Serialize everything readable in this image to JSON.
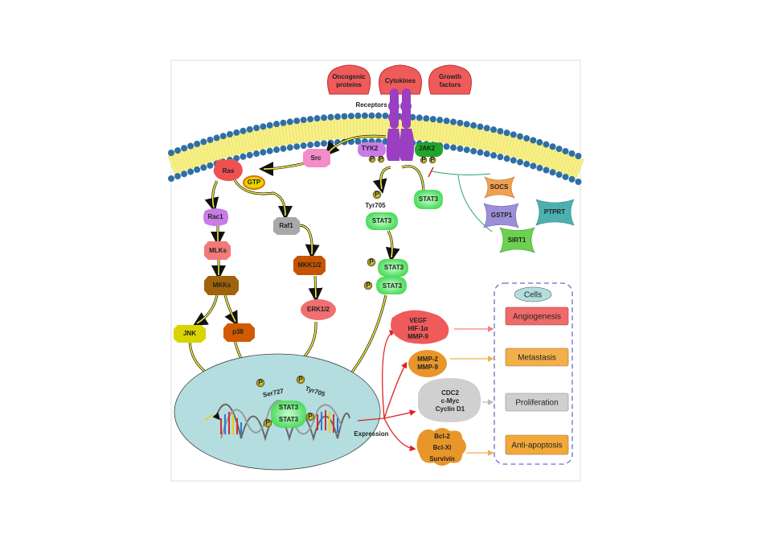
{
  "ligands": [
    "Oncogenic proteins",
    "Cytokines",
    "Growth factors"
  ],
  "ligand_lines": [
    [
      "Oncogenic",
      "proteins"
    ],
    [
      "Cytokines"
    ],
    [
      "Growth",
      "factors"
    ]
  ],
  "receptors_label": "Receptors",
  "kinases": {
    "tyk2": "TYK2",
    "jak2": "JAK2",
    "src": "Src",
    "ras": "Ras",
    "gtp": "GTP"
  },
  "mapk": {
    "rac1": "Rac1",
    "mlks": "MLKs",
    "mkks": "MKKs",
    "jnk": "JNK",
    "p38": "p38",
    "raf1": "Raf1",
    "mkk12": "MKK1/2",
    "erk12": "ERK1/2"
  },
  "stat": {
    "tyr705": "Tyr705",
    "stat3": "STAT3",
    "p": "P",
    "ser727": "Ser727",
    "tyr705_nuc": "Tyr705"
  },
  "inhibitors": [
    "SOCS",
    "GSTP1",
    "PTPRT",
    "SIRT1"
  ],
  "expression_label": "Expression",
  "targets": [
    [
      "VEGF",
      "HIF-1α",
      "MMP-9"
    ],
    [
      "MMP-2",
      "MMP-9"
    ],
    [
      "CDC2",
      "c-Myc",
      "Cyclin D1"
    ],
    [
      "Bcl-2",
      "Bcl-Xl",
      "Survivin"
    ]
  ],
  "cells": {
    "title": "Cells",
    "outcomes": [
      "Angiogenesis",
      "Metastasis",
      "Proliferation",
      "Anti-apoptosis"
    ]
  },
  "colors": {
    "ligand": "#ef5a5a",
    "receptor": "#9b3fc2",
    "membrane_head": "#2f6fa6",
    "membrane_tail": "#f7f08a",
    "stat3": "#5de86a",
    "nucleus": "#b4dde0",
    "inhibit_line": "#2aa36b",
    "expression_arrow": "#e02020",
    "angiogenesis": "#f06a6a",
    "metastasis": "#f2b04a",
    "proliferation": "#cfcfcf",
    "anti_apoptosis": "#f2a93a",
    "cells_border": "#6a6ad0"
  }
}
